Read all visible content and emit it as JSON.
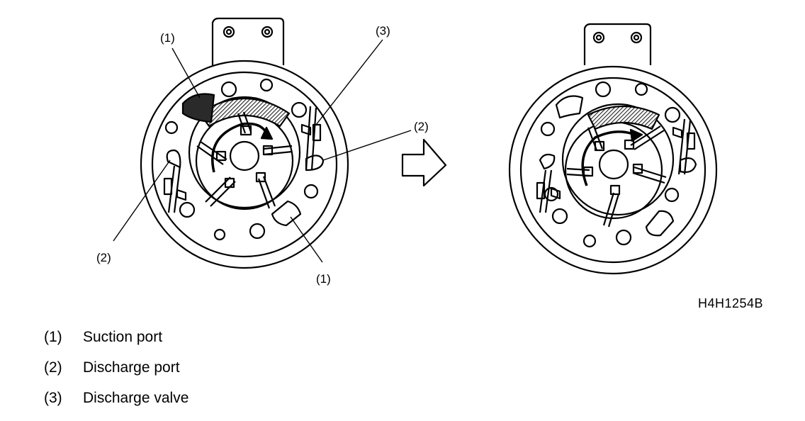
{
  "diagram": {
    "left_view": {
      "callouts": {
        "suction_top": "(1)",
        "discharge_valve": "(3)",
        "discharge_right": "(2)",
        "discharge_left": "(2)",
        "suction_bottom": "(1)"
      }
    },
    "figure_code": "H4H1254B"
  },
  "legend": [
    {
      "number": "(1)",
      "label": "Suction port"
    },
    {
      "number": "(2)",
      "label": "Discharge port"
    },
    {
      "number": "(3)",
      "label": "Discharge valve"
    }
  ],
  "colors": {
    "ink": "#000000",
    "background": "#ffffff",
    "hatch": "#333333"
  },
  "icons": {
    "transition": "right-arrow-outline-icon"
  }
}
